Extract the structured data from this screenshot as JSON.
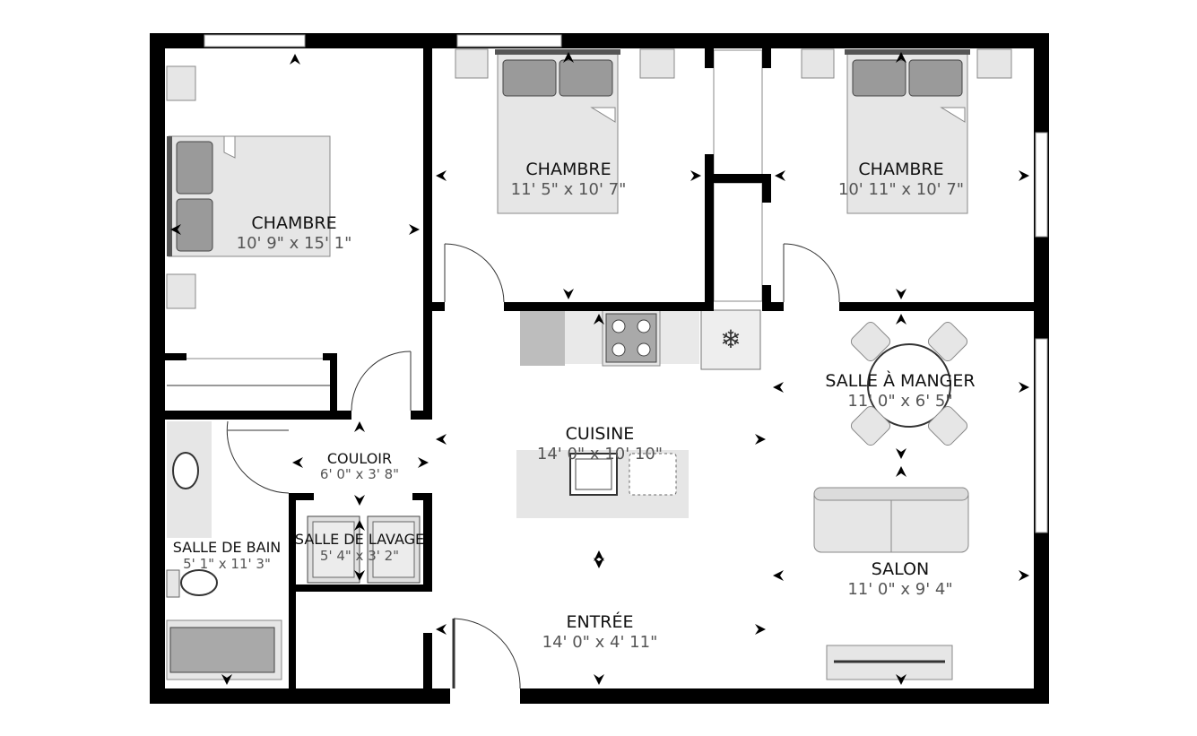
{
  "rooms": {
    "chambre_ouest": {
      "name": "CHAMBRE",
      "dims": "10' 9\" x 15' 1\""
    },
    "chambre_centre": {
      "name": "CHAMBRE",
      "dims": "11' 5\" x 10' 7\""
    },
    "chambre_est": {
      "name": "CHAMBRE",
      "dims": "10' 11\" x 10' 7\""
    },
    "salle_a_manger": {
      "name": "SALLE À MANGER",
      "dims": "11' 0\" x 6' 5\""
    },
    "cuisine": {
      "name": "CUISINE",
      "dims": "14' 0\" x 10' 10\""
    },
    "couloir": {
      "name": "COULOIR",
      "dims": "6' 0\" x 3' 8\""
    },
    "salle_de_bain": {
      "name": "SALLE DE BAIN",
      "dims": "5' 1\" x 11' 3\""
    },
    "salle_de_lavage": {
      "name": "SALLE DE LAVAGE",
      "dims": "5' 4\" x 3' 2\""
    },
    "salon": {
      "name": "SALON",
      "dims": "11' 0\" x 9' 4\""
    },
    "entree": {
      "name": "ENTRÉE",
      "dims": "14' 0\" x 4' 11\""
    }
  },
  "colors": {
    "wall": "#000000",
    "fixture": "#e6e6e6",
    "fixture_dark": "#9a9a9a"
  }
}
